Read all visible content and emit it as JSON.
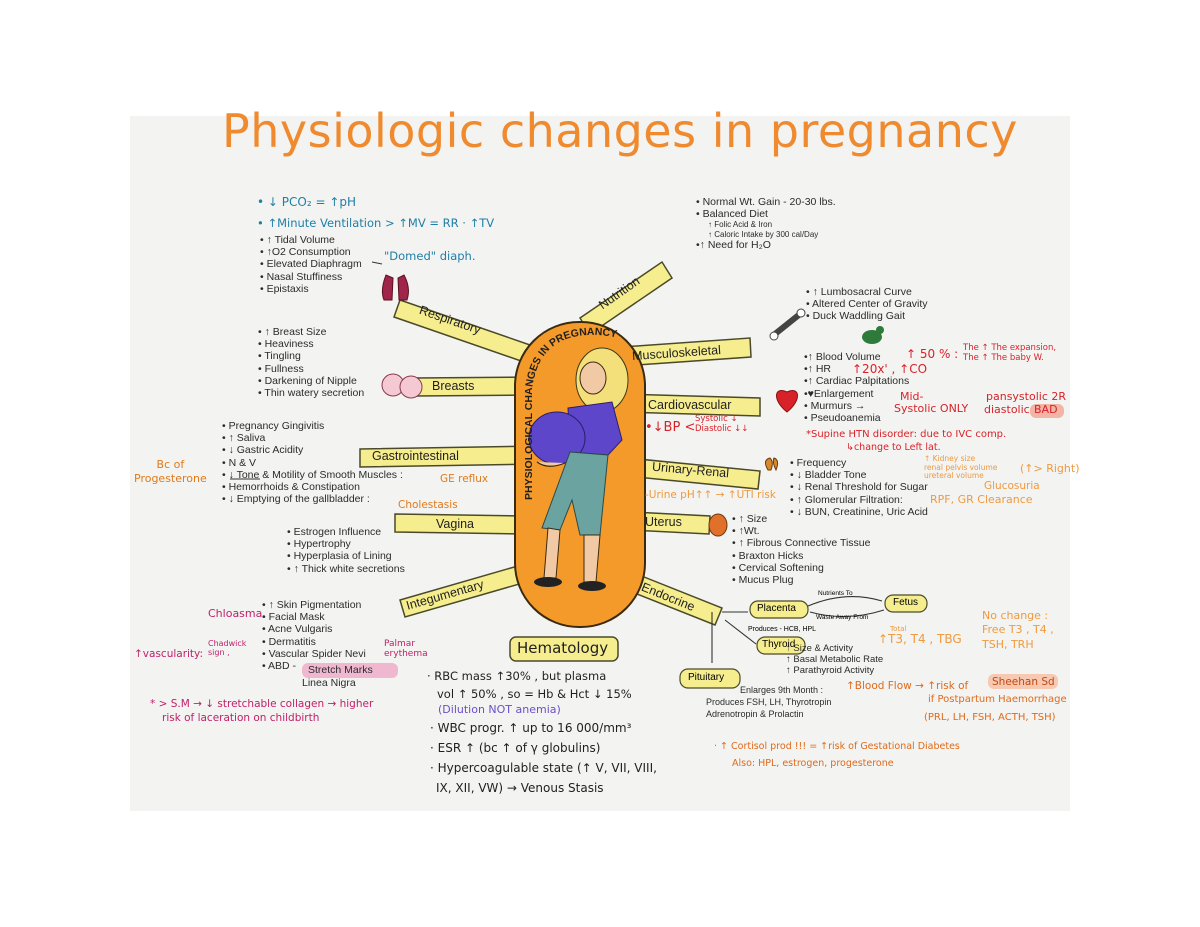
{
  "title": "Physiologic changes in pregnancy",
  "center": {
    "arc_text": "PHYSIOLOGICAL CHANGES IN PREGNANCY"
  },
  "spokes": {
    "respiratory": "Respiratory",
    "nutrition": "Nutrition",
    "musculoskeletal": "Musculoskeletal",
    "cardiovascular": "Cardiovascular",
    "breasts": "Breasts",
    "gastrointestinal": "Gastrointestinal",
    "urinary_renal": "Urinary-Renal",
    "vagina": "Vagina",
    "uterus": "Uterus",
    "integumentary": "Integumentary",
    "endocrine": "Endocrine",
    "hematology": "Hematology"
  },
  "respiratory": {
    "notes_blue": [
      "• ↓ PCO₂ = ↑pH",
      "• ↑Minute Ventilation > ↑MV = RR · ↑TV"
    ],
    "items": [
      "• ↑ Tidal Volume",
      "• ↑O2 Consumption",
      "• Elevated Diaphragm",
      "• Nasal Stuffiness",
      "• Epistaxis"
    ],
    "domed": "\"Domed\" diaph."
  },
  "nutrition": {
    "items": [
      "• Normal Wt. Gain - 20-30 lbs.",
      "• Balanced Diet"
    ],
    "sub": [
      "↑ Folic Acid & Iron",
      "↑ Caloric Intake by 300 cal/Day"
    ],
    "last": "•↑ Need for H₂O"
  },
  "musculoskeletal": {
    "items": [
      "• ↑ Lumbosacral Curve",
      "• Altered Center of Gravity",
      "• Duck Waddling Gait"
    ]
  },
  "breasts": {
    "items": [
      "• ↑ Breast Size",
      "• Heaviness",
      "• Tingling",
      "• Fullness",
      "• Darkening of Nipple",
      "• Thin watery secretion"
    ]
  },
  "cardiovascular": {
    "items": [
      "•↑ Blood Volume",
      "•↑ HR",
      "•↑ Cardiac Palpitations",
      "•♥Enlargement",
      "• Murmurs →",
      "• Pseudoanemia"
    ],
    "bv_note": "↑ 50 % :",
    "bv_note2": [
      "The ↑ The expansion,",
      "The ↑ The baby W."
    ],
    "hr_note": "↑20x' , ↑CO",
    "mid": "Mid-",
    "systolic_only": "Systolic ONLY",
    "pansystolic": "pansystolic 2R",
    "diastolic": "diastolic",
    "bad": "BAD",
    "supine": "*Supine HTN disorder: due to IVC comp.",
    "supine2": "↳change to Left lat.",
    "bp": "•↓BP <",
    "bp_note": [
      "Systolic ↓",
      "Diastolic ↓↓"
    ]
  },
  "gastrointestinal": {
    "items": [
      "• Pregnancy Gingivitis",
      "• ↑ Saliva",
      "• ↓ Gastric Acidity",
      "• N & V",
      "• ↓ Tone & Motility of Smooth Muscles :",
      "• Hemorrhoids & Constipation",
      "• ↓ Emptying of the gallbladder :"
    ],
    "ge_reflux": "GE reflux",
    "cholestasis": "Cholestasis",
    "bc_of": [
      "Bc of",
      "Progesterone"
    ]
  },
  "urinary_renal": {
    "items": [
      "• Frequency",
      "• ↓ Bladder Tone",
      "• ↓ Renal Threshold for Sugar",
      "• ↑ Glomerular Filtration:",
      "• ↓ BUN, Creatinine, Uric Acid"
    ],
    "glucosuria": "Glucosuria",
    "rpf": "RPF, GR Clearance",
    "kidney_note": [
      "↑ Kidney size",
      "renal pelvis volume",
      "ureteral volume"
    ],
    "right": "(↑> Right)",
    "urine_note": "-Urine pH↑↑ → ↑UTI risk"
  },
  "vagina": {
    "items": [
      "• Estrogen Influence",
      "• Hypertrophy",
      "• Hyperplasia of Lining",
      "• ↑ Thick white secretions"
    ]
  },
  "uterus": {
    "items": [
      "• ↑ Size",
      "• ↑Wt.",
      "• ↑ Fibrous Connective Tissue",
      "• Braxton Hicks",
      "• Cervical Softening",
      "• Mucus Plug"
    ]
  },
  "integumentary": {
    "items": [
      "• ↑ Skin Pigmentation",
      "• Facial Mask",
      "• Acne Vulgaris",
      "• Dermatitis",
      "• Vascular Spider Nevi",
      "• ABD -"
    ],
    "stretch": "Stretch Marks",
    "linea": "Linea Nigra",
    "chloasma": "Chloasma",
    "vascularity": "↑vascularity:",
    "chadwick": [
      "Chadwick",
      "sign ,"
    ],
    "palmar": [
      "Palmar",
      "erythema"
    ],
    "sm_note": [
      "* > S.M → ↓ stretchable collagen → higher",
      "risk of laceration on childbirth"
    ]
  },
  "endocrine": {
    "placenta": "Placenta",
    "fetus": "Fetus",
    "nutrients_to": "Nutrients To",
    "waste_away": "Waste Away From",
    "produces_placenta": "Produces - HCB, HPL",
    "thyroid": "Thyroid",
    "thyroid_items": [
      "↑ Size & Activity",
      "↑ Basal Metabolic Rate",
      "↑ Parathyroid Activity"
    ],
    "t3_total": "Total",
    "t3": "↑T3, T4 , TBG",
    "no_change": [
      "No change :",
      "Free T3 , T4 ,",
      "TSH, TRH"
    ],
    "pituitary": "Pituitary",
    "pit_line1": "Enlarges 9th Month :",
    "pit_line2": "Produces FSH, LH, Thyrotropin",
    "pit_line3": "Adrenotropin & Prolactin",
    "blood_flow": "↑Blood Flow → ↑risk of",
    "sheehan": "Sheehan Sd",
    "postpartum": "if Postpartum Haemorrhage",
    "hormones": "(PRL, LH, FSH, ACTH, TSH)",
    "cortisol": "· ↑ Cortisol prod !!! = ↑risk of Gestational Diabetes",
    "also": "Also: HPL, estrogen, progesterone"
  },
  "hematology": {
    "lines": [
      "· RBC mass ↑30% , but plasma",
      "vol ↑ 50% , so = Hb & Hct ↓ 15%",
      "· WBC progr. ↑ up to 16 000/mm³",
      "· ESR ↑ (bc ↑ of γ globulins)",
      "· Hypercoagulable state (↑ V, VII, VIII,",
      "IX, XII, VW) → Venous Stasis"
    ],
    "dilution": "(Dilution NOT anemia)"
  },
  "colors": {
    "orange": "#ef8a2f",
    "yellow": "#f6ee8e",
    "oval": "#f39a2b",
    "blue": "#1f7fa8",
    "red": "#d8222a",
    "magenta": "#c0206a"
  }
}
